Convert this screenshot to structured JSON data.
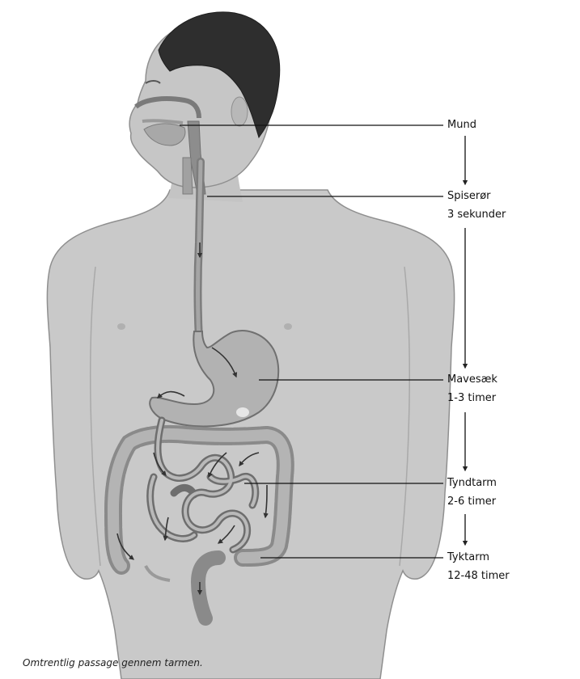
{
  "stages": [
    {
      "id": "mund",
      "name": "Mund",
      "time": ""
    },
    {
      "id": "spiseror",
      "name": "Spiserør",
      "time": "3 sekunder"
    },
    {
      "id": "mavesaek",
      "name": "Mavesæk",
      "time": "1-3 timer"
    },
    {
      "id": "tyndtarm",
      "name": "Tyndtarm",
      "time": "2-6 timer"
    },
    {
      "id": "tyktarm",
      "name": "Tyktarm",
      "time": "12-48 timer"
    }
  ],
  "caption": "Omtrentlig passage gennem tarmen."
}
